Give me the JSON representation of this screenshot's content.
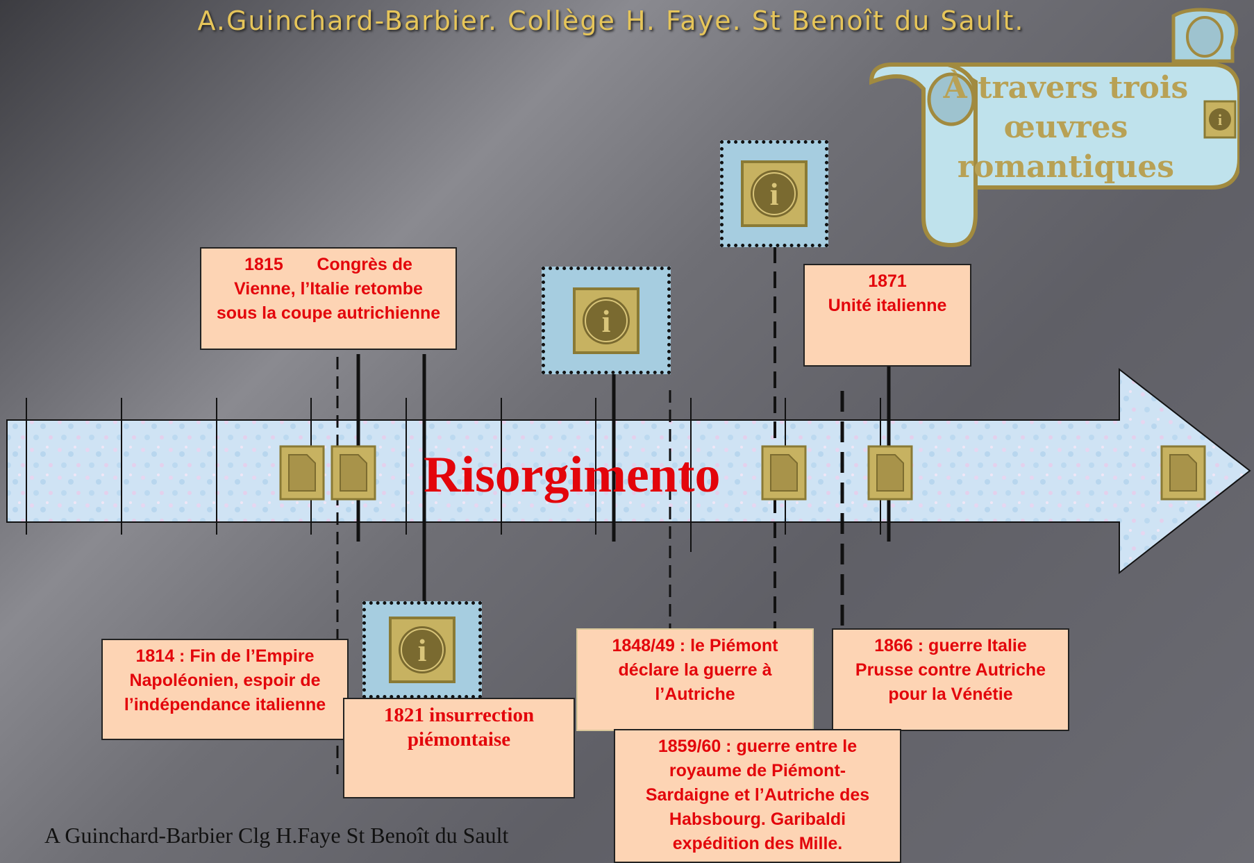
{
  "header": "A.Guinchard-Barbier. Collège H. Faye. St Benoît du Sault.",
  "footer": "A Guinchard-Barbier Clg H.Faye St Benoît du Sault",
  "scroll": {
    "lines": [
      "À travers trois",
      "œuvres",
      "romantiques"
    ]
  },
  "timeline": {
    "title": "Risorgimento"
  },
  "events": {
    "e1815": {
      "year": "1815",
      "text": "Congrès de",
      "line2": "Vienne, l’Italie retombe",
      "line3": "sous la coupe autrichienne"
    },
    "e1814": {
      "line1": "1814 : Fin de l’Empire",
      "line2": "Napoléonien, espoir de",
      "line3": "l’indépendance italienne"
    },
    "e1821": {
      "line1": "1821 insurrection",
      "line2": "piémontaise"
    },
    "e1848": {
      "line1": "1848/49 : le Piémont",
      "line2": "déclare la guerre à",
      "line3": "l’Autriche"
    },
    "e1859": {
      "line1": "1859/60 : guerre entre le",
      "line2": "royaume de Piémont-",
      "line3": "Sardaigne et l’Autriche des",
      "line4": "Habsbourg. Garibaldi",
      "line5": "expédition des Mille."
    },
    "e1866": {
      "line1": "1866 : guerre Italie",
      "line2": "Prusse contre Autriche",
      "line3": "pour la Vénétie"
    },
    "e1871": {
      "line1": "1871",
      "line2": "Unité italienne"
    }
  },
  "colors": {
    "event_text": "#e3050b",
    "event_bg": "#fdd4b4",
    "info_bg": "#a6cde0",
    "button_gold": "#c7b261",
    "header_text": "#e6c55a"
  },
  "icons": {
    "info": "info-icon",
    "document": "document-icon"
  }
}
